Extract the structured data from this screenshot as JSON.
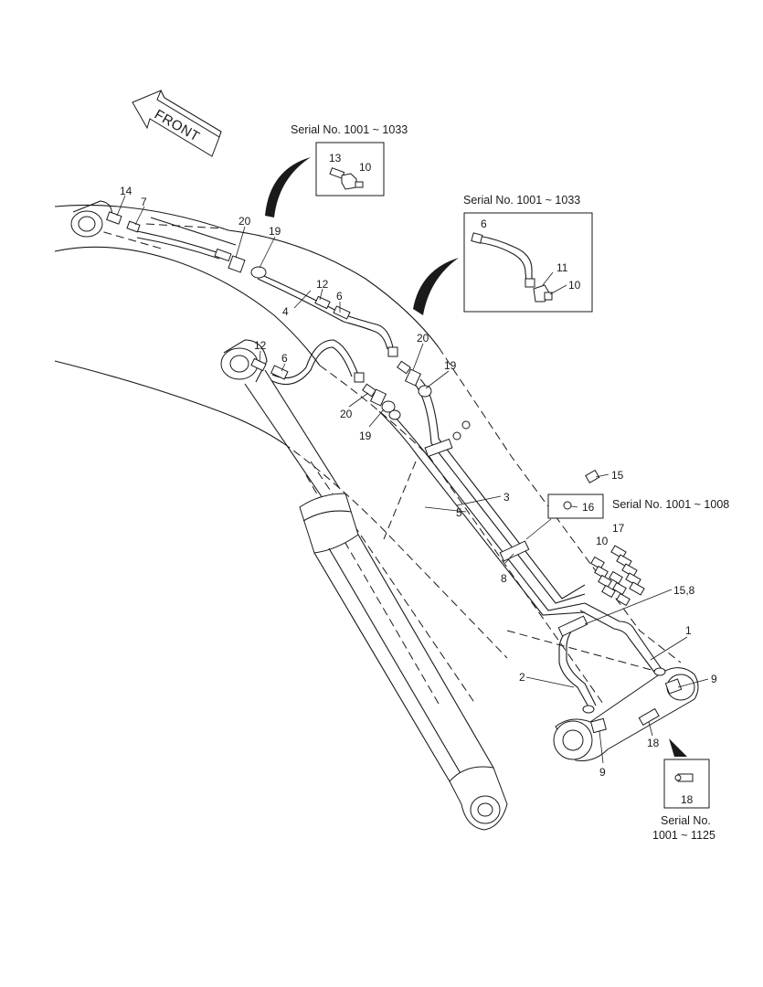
{
  "direction_label": "FRONT",
  "callouts": {
    "c14": "14",
    "c7": "7",
    "c20a": "20",
    "c19a": "19",
    "c4": "4",
    "c12a": "12",
    "c6a": "6",
    "c12b": "12",
    "c6b": "6",
    "c20b": "20",
    "c19b": "19",
    "c20c": "20",
    "c19c": "19",
    "c3": "3",
    "c5": "5",
    "c8": "8",
    "c15": "15",
    "c10": "10",
    "c17": "17",
    "c158": "15,8",
    "c1": "1",
    "c2": "2",
    "c9a": "9",
    "c9b": "9",
    "c18": "18"
  },
  "inset_top": {
    "serial": "Serial No. 1001 ~ 1033",
    "parts": [
      "13",
      "10"
    ]
  },
  "inset_mid": {
    "serial": "Serial No. 1001 ~ 1033",
    "parts": [
      "6",
      "11",
      "10"
    ]
  },
  "inset_16": {
    "part": "16",
    "serial": "Serial No. 1001 ~ 1008"
  },
  "inset_18": {
    "part": "18",
    "serial_line1": "Serial No.",
    "serial_line2": "1001 ~ 1125"
  }
}
